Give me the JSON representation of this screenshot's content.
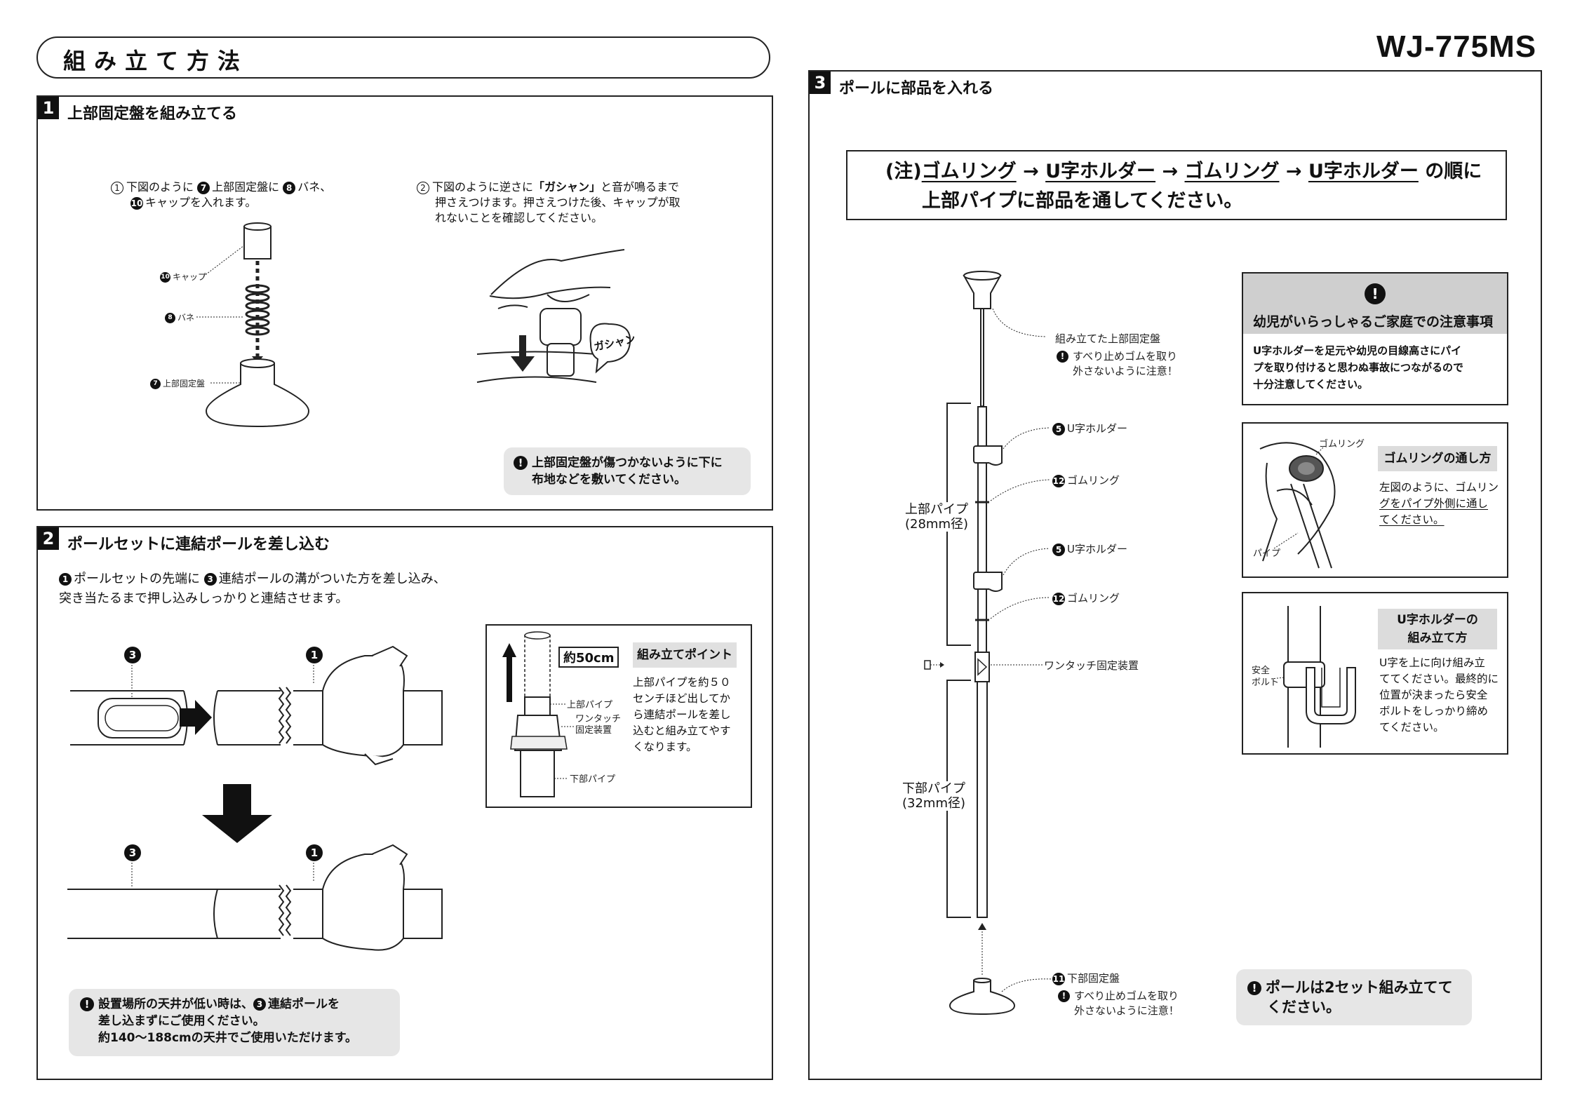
{
  "header": {
    "title": "組み立て方法",
    "model": "WJ-775MS"
  },
  "section1": {
    "num": "1",
    "title": "上部固定盤を組み立てる",
    "step1_l1": "下図のように",
    "step1_l1b": "上部固定盤に",
    "step1_l1c": "バネ、",
    "step1_l2": "キャップを入れます。",
    "step2_l1a": "下図のように逆さに",
    "step2_l1b": "「ガシャン」",
    "step2_l1c": "と音が鳴るまで",
    "step2_l2": "押さえつけます。押さえつけた後、キャップが取",
    "step2_l3": "れないことを確認してください。",
    "label_cap": "キャップ",
    "label_spring": "バネ",
    "label_base": "上部固定盤",
    "sound": "ガシャン",
    "note_l1": "上部固定盤が傷つかないように下に",
    "note_l2": "布地などを敷いてください。"
  },
  "section2": {
    "num": "2",
    "title": "ポールセットに連結ポールを差し込む",
    "desc_l1a": "ポールセットの先端に",
    "desc_l1b": "連結ポールの溝がついた方を差し込み、",
    "desc_l2": "突き当たるまで押し込みしっかりと連結させます。",
    "point_size": "約50cm",
    "point_title": "組み立てポイント",
    "point_text": [
      "上部パイプを約５０",
      "センチほど出してか",
      "ら連結ポールを差し",
      "込むと組み立てやす",
      "くなります。"
    ],
    "label_upper": "上部パイプ",
    "label_onetouch": [
      "ワンタッチ",
      "固定装置"
    ],
    "label_lower": "下部パイプ",
    "note_l1a": "設置場所の天井が低い時は、",
    "note_l1b": "連結ポールを",
    "note_l2": "差し込まずにご使用ください。",
    "note_l3": "約140〜188cmの天井でご使用いただけます。"
  },
  "section3": {
    "num": "3",
    "title": "ポールに部品を入れる",
    "order_l1_prefix": "(注)",
    "order_items": [
      "ゴムリング",
      "U字ホルダー",
      "ゴムリング",
      "U字ホルダー"
    ],
    "order_arrow": "→",
    "order_suffix": "の順に",
    "order_l2": "上部パイプに部品を通してください。",
    "lbl_top": "組み立てた上部固定盤",
    "lbl_top_warn": [
      "すべり止めゴムを取り",
      "外さないように注意！"
    ],
    "lbl_u1": "U字ホルダー",
    "lbl_g1": "ゴムリング",
    "lbl_u2": "U字ホルダー",
    "lbl_g2": "ゴムリング",
    "lbl_onetouch": "ワンタッチ固定装置",
    "lbl_upper": [
      "上部パイプ",
      "(28mm径)"
    ],
    "lbl_lower": [
      "下部パイプ",
      "(32mm径)"
    ],
    "lbl_bottom": "下部固定盤",
    "lbl_bottom_warn": [
      "すべり止めゴムを取り",
      "外さないように注意！"
    ],
    "caution_title": "幼児がいらっしゃるご家庭での注意事項",
    "caution_text": [
      "U字ホルダーを足元や幼児の目線高さにパイ",
      "プを取り付けると思わぬ事故につながるので",
      "十分注意してください。"
    ],
    "ring_label": "ゴムリング",
    "ring_pipe": "パイプ",
    "ring_title": "ゴムリングの通し方",
    "ring_text": [
      "左図のように、ゴムリン",
      "グをパイプ外側に通し",
      "てください。"
    ],
    "holder_bolt": [
      "安全",
      "ボルト"
    ],
    "holder_title": [
      "U字ホルダーの",
      "組み立て方"
    ],
    "holder_text": [
      "U字を上に向け組み立",
      "ててください。最終的に",
      "位置が決まったら安全",
      "ボルトをしっかり締め",
      "てください。"
    ],
    "final_note": [
      "ポールは2セット組み立てて",
      "ください。"
    ]
  },
  "marks": {
    "n1": "1",
    "n3": "3",
    "n5": "5",
    "n7": "7",
    "n8": "8",
    "n10": "10",
    "n11": "11",
    "n12": "12",
    "c1": "1",
    "c2": "2",
    "warn": "!"
  }
}
